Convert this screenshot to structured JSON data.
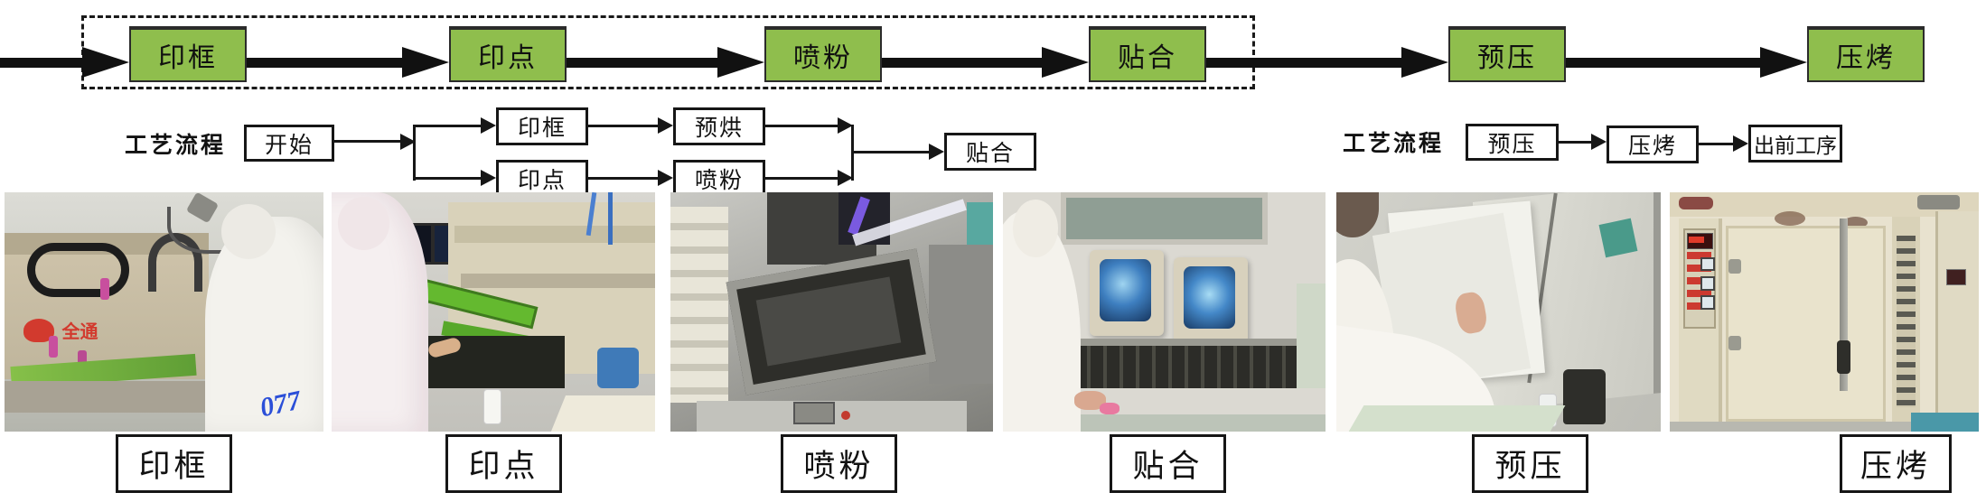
{
  "figure": {
    "accent_green": "#8fbe4d",
    "line_color": "#111111"
  },
  "top_flow": {
    "steps": [
      {
        "label": "印框"
      },
      {
        "label": "印点"
      },
      {
        "label": "喷粉"
      },
      {
        "label": "贴合"
      },
      {
        "label": "预压"
      },
      {
        "label": "压烤"
      }
    ]
  },
  "left_flowchart": {
    "title": "工艺流程",
    "start": "开始",
    "top_branch_step1": "印框",
    "top_branch_step2": "预烘",
    "bottom_branch_step1": "印点",
    "bottom_branch_step2": "喷粉",
    "end": "贴合"
  },
  "right_flowchart": {
    "title": "工艺流程",
    "step1": "预压",
    "step2": "压烤",
    "step3": "出前工序"
  },
  "photos": [
    {
      "caption": "印框",
      "description": "screen printing machine with operator in white cleanroom suit",
      "worker_number": "077",
      "machine_logo": "全通"
    },
    {
      "caption": "印点",
      "description": "operator at dot printing machine with green screen frame and monitors"
    },
    {
      "caption": "喷粉",
      "description": "powder spraying machine with tilted dark screen frame"
    },
    {
      "caption": "贴合",
      "description": "laminating station with two CRT monitors showing blue screens"
    },
    {
      "caption": "预压",
      "description": "hand placing translucent sheet into pre-press machine"
    },
    {
      "caption": "压烤",
      "description": "beige industrial baking oven with control panel and doors"
    }
  ]
}
